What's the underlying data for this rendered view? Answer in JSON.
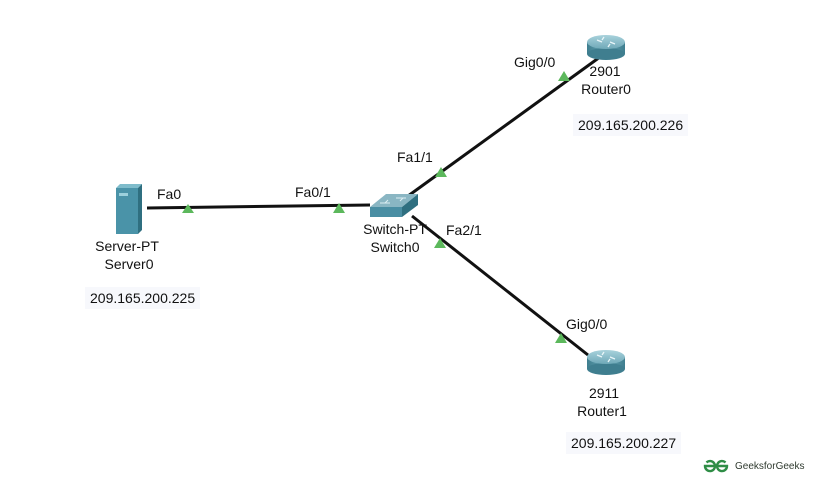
{
  "devices": {
    "server": {
      "model": "Server-PT",
      "name": "Server0",
      "ip": "209.165.200.225",
      "port": "Fa0"
    },
    "switch": {
      "model": "Switch-PT",
      "name": "Switch0",
      "ports": {
        "to_server": "Fa0/1",
        "to_router0": "Fa1/1",
        "to_router1": "Fa2/1"
      }
    },
    "router0": {
      "model": "2901",
      "name": "Router0",
      "ip": "209.165.200.226",
      "port": "Gig0/0"
    },
    "router1": {
      "model": "2911",
      "name": "Router1",
      "ip": "209.165.200.227",
      "port": "Gig0/0"
    }
  },
  "links": [
    {
      "from": "Server0:Fa0",
      "to": "Switch0:Fa0/1",
      "status": "up"
    },
    {
      "from": "Switch0:Fa1/1",
      "to": "Router0:Gig0/0",
      "status": "up"
    },
    {
      "from": "Switch0:Fa2/1",
      "to": "Router1:Gig0/0",
      "status": "up"
    }
  ],
  "colors": {
    "link": "#111111",
    "link_up": "#5cb85c",
    "device": "#4a93a8",
    "brand": "#2f8d46"
  },
  "watermark": {
    "icon": "geeksforgeeks-logo-icon",
    "text": "GeeksforGeeks"
  }
}
